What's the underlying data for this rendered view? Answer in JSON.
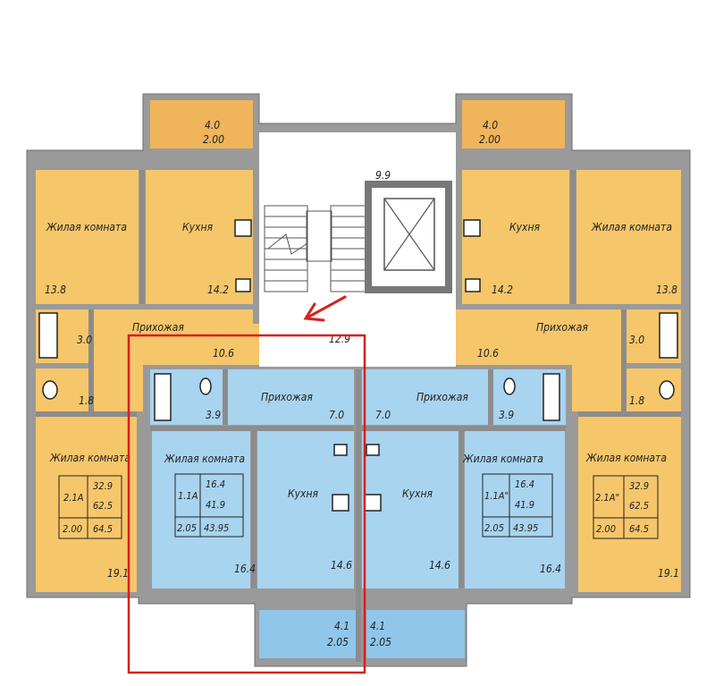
{
  "colors": {
    "orange_room": "#f6c66a",
    "orange_balcony": "#f0b45a",
    "blue_room": "#a8d4f0",
    "blue_balcony": "#8fc6ea",
    "wall": "#8f8f8f",
    "highlight": "#d81f1f",
    "stair": "#ffffff"
  },
  "core": {
    "stair_area": "9.9",
    "hall_area": "12.9"
  },
  "left_orange": {
    "balcony": {
      "area": "4.0",
      "coef": "2.00"
    },
    "living_top": {
      "name": "Жилая комната",
      "area": "13.8"
    },
    "kitchen": {
      "name": "Кухня",
      "area": "14.2"
    },
    "bath": {
      "area": "3.0"
    },
    "wc": {
      "area": "1.8"
    },
    "hall": {
      "name": "Прихожая",
      "area": "10.6"
    },
    "living_bottom": {
      "name": "Жилая комната",
      "area": "19.1"
    },
    "summary": {
      "type": "2.1A",
      "r1c2": "32.9",
      "r2c2": "62.5",
      "r3c1": "2.00",
      "r3c2": "64.5"
    }
  },
  "right_orange": {
    "balcony": {
      "area": "4.0",
      "coef": "2.00"
    },
    "living_top": {
      "name": "Жилая комната",
      "area": "13.8"
    },
    "kitchen": {
      "name": "Кухня",
      "area": "14.2"
    },
    "bath": {
      "area": "3.0"
    },
    "wc": {
      "area": "1.8"
    },
    "hall": {
      "name": "Прихожая",
      "area": "10.6"
    },
    "living_bottom": {
      "name": "Жилая комната",
      "area": "19.1"
    },
    "summary": {
      "type": "2.1A\"",
      "r1c2": "32.9",
      "r2c2": "62.5",
      "r3c1": "2.00",
      "r3c2": "64.5"
    }
  },
  "left_blue": {
    "hall": {
      "name": "Прихожая",
      "area": "7.0"
    },
    "bath": {
      "area": "3.9"
    },
    "living": {
      "name": "Жилая комната",
      "area": "16.4"
    },
    "kitchen": {
      "name": "Кухня",
      "area": "14.6"
    },
    "balcony": {
      "area": "4.1",
      "coef": "2.05"
    },
    "summary": {
      "type": "1.1A",
      "r1c2": "16.4",
      "r2c2": "41.9",
      "r3c1": "2.05",
      "r3c2": "43.95"
    }
  },
  "right_blue": {
    "hall": {
      "name": "Прихожая",
      "area": "7.0"
    },
    "bath": {
      "area": "3.9"
    },
    "living": {
      "name": "Жилая комната",
      "area": "16.4"
    },
    "kitchen": {
      "name": "Кухня",
      "area": "14.6"
    },
    "balcony": {
      "area": "4.1",
      "coef": "2.05"
    },
    "summary": {
      "type": "1.1A\"",
      "r1c2": "16.4",
      "r2c2": "41.9",
      "r3c1": "2.05",
      "r3c2": "43.95"
    }
  }
}
